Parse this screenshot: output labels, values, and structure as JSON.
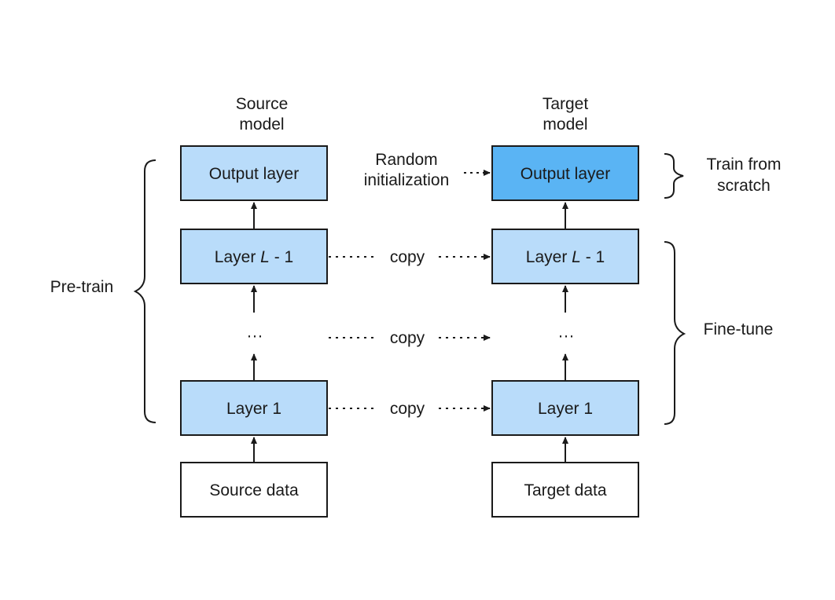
{
  "colors": {
    "layer_fill": "#b9dcfa",
    "output_target_fill": "#5ab4f4",
    "data_fill": "#ffffff",
    "stroke": "#1a1a1a"
  },
  "source": {
    "title_line1": "Source",
    "title_line2": "model",
    "output_layer": "Output layer",
    "layer_l_prefix": "Layer ",
    "layer_l_var": "L",
    "layer_l_suffix": " - 1",
    "ellipsis": "···",
    "layer1": "Layer 1",
    "data": "Source data"
  },
  "target": {
    "title_line1": "Target",
    "title_line2": "model",
    "output_layer": "Output layer",
    "layer_l_prefix": "Layer ",
    "layer_l_var": "L",
    "layer_l_suffix": " - 1",
    "ellipsis": "···",
    "layer1": "Layer 1",
    "data": "Target data"
  },
  "connections": {
    "random_line1": "Random",
    "random_line2": "initialization",
    "copy_top": "copy",
    "copy_middle": "copy",
    "copy_bottom": "copy"
  },
  "braces": {
    "pretrain": "Pre-train",
    "train_line1": "Train from",
    "train_line2": "scratch",
    "finetune": "Fine-tune"
  }
}
